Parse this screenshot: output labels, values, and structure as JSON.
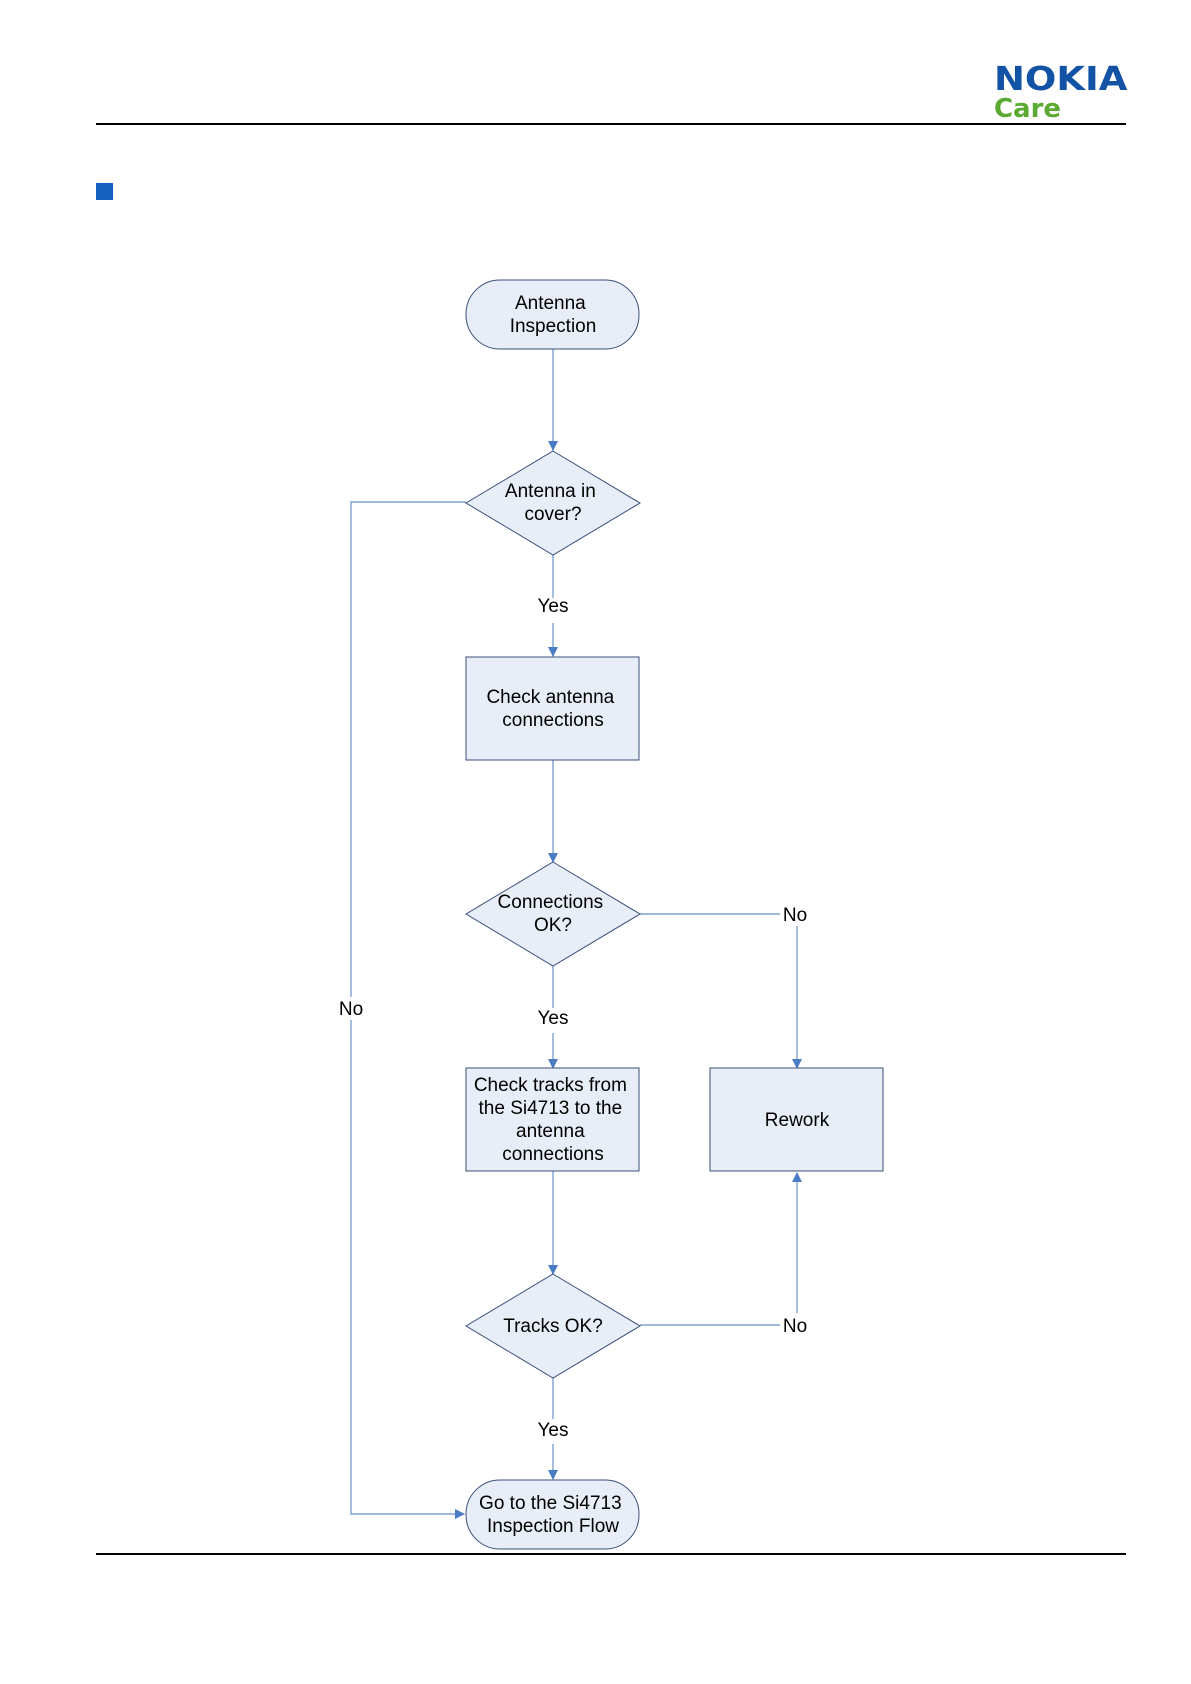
{
  "header": {
    "logo_word": "NOKIA",
    "logo_sub": "Care",
    "brand_color": "#1353a6",
    "care_color": "#5aaa32",
    "bullet_color": "#1560bd"
  },
  "colors": {
    "shape_fill": "#e8eef7",
    "shape_stroke": "#3b4f7a",
    "connector": "#7fa3cf",
    "arrow": "#4a7cc4"
  },
  "flowchart": {
    "start": [
      "Antenna",
      "Inspection"
    ],
    "decision_cover": [
      "Antenna in",
      "cover?"
    ],
    "check_connections": [
      "Check antenna",
      "connections"
    ],
    "decision_connections": [
      "Connections",
      "OK?"
    ],
    "check_tracks": [
      "Check tracks from",
      "the Si4713 to the",
      "antenna",
      "connections"
    ],
    "rework": [
      "Rework"
    ],
    "decision_tracks": [
      "Tracks OK?"
    ],
    "end": [
      "Go to the Si4713",
      "Inspection Flow"
    ],
    "label_yes": "Yes",
    "label_no": "No"
  }
}
